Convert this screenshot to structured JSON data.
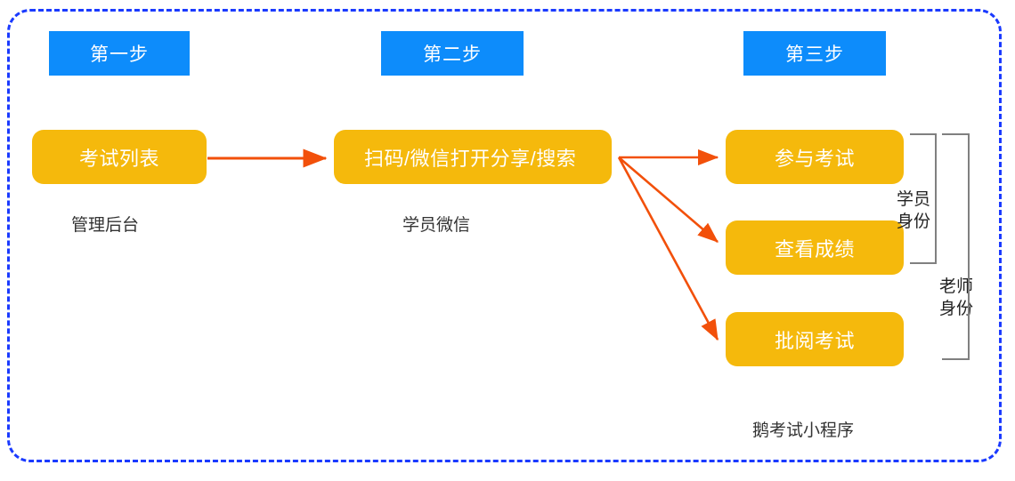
{
  "frame": {
    "border_color": "#1a3aff",
    "style": "dashed"
  },
  "colors": {
    "step_header_bg": "#0d8cfb",
    "box_bg": "#f5b90c",
    "box_text": "#ffffff",
    "arrow": "#f2500a",
    "bracket": "#808080",
    "caption_text": "#333333",
    "frame_border": "#1a3aff"
  },
  "steps": [
    {
      "label": "第一步"
    },
    {
      "label": "第二步"
    },
    {
      "label": "第三步"
    }
  ],
  "boxes": [
    {
      "label": "考试列表"
    },
    {
      "label": "扫码/微信打开分享/搜索"
    },
    {
      "label": "参与考试"
    },
    {
      "label": "查看成绩"
    },
    {
      "label": "批阅考试"
    }
  ],
  "captions": [
    {
      "label": "管理后台"
    },
    {
      "label": "学员微信"
    },
    {
      "label": "鹅考试小程序"
    }
  ],
  "brackets": [
    {
      "label_line1": "学员",
      "label_line2": "身份",
      "covers": [
        "参与考试",
        "查看成绩"
      ]
    },
    {
      "label_line1": "老师",
      "label_line2": "身份",
      "covers": [
        "参与考试",
        "查看成绩",
        "批阅考试"
      ]
    }
  ]
}
